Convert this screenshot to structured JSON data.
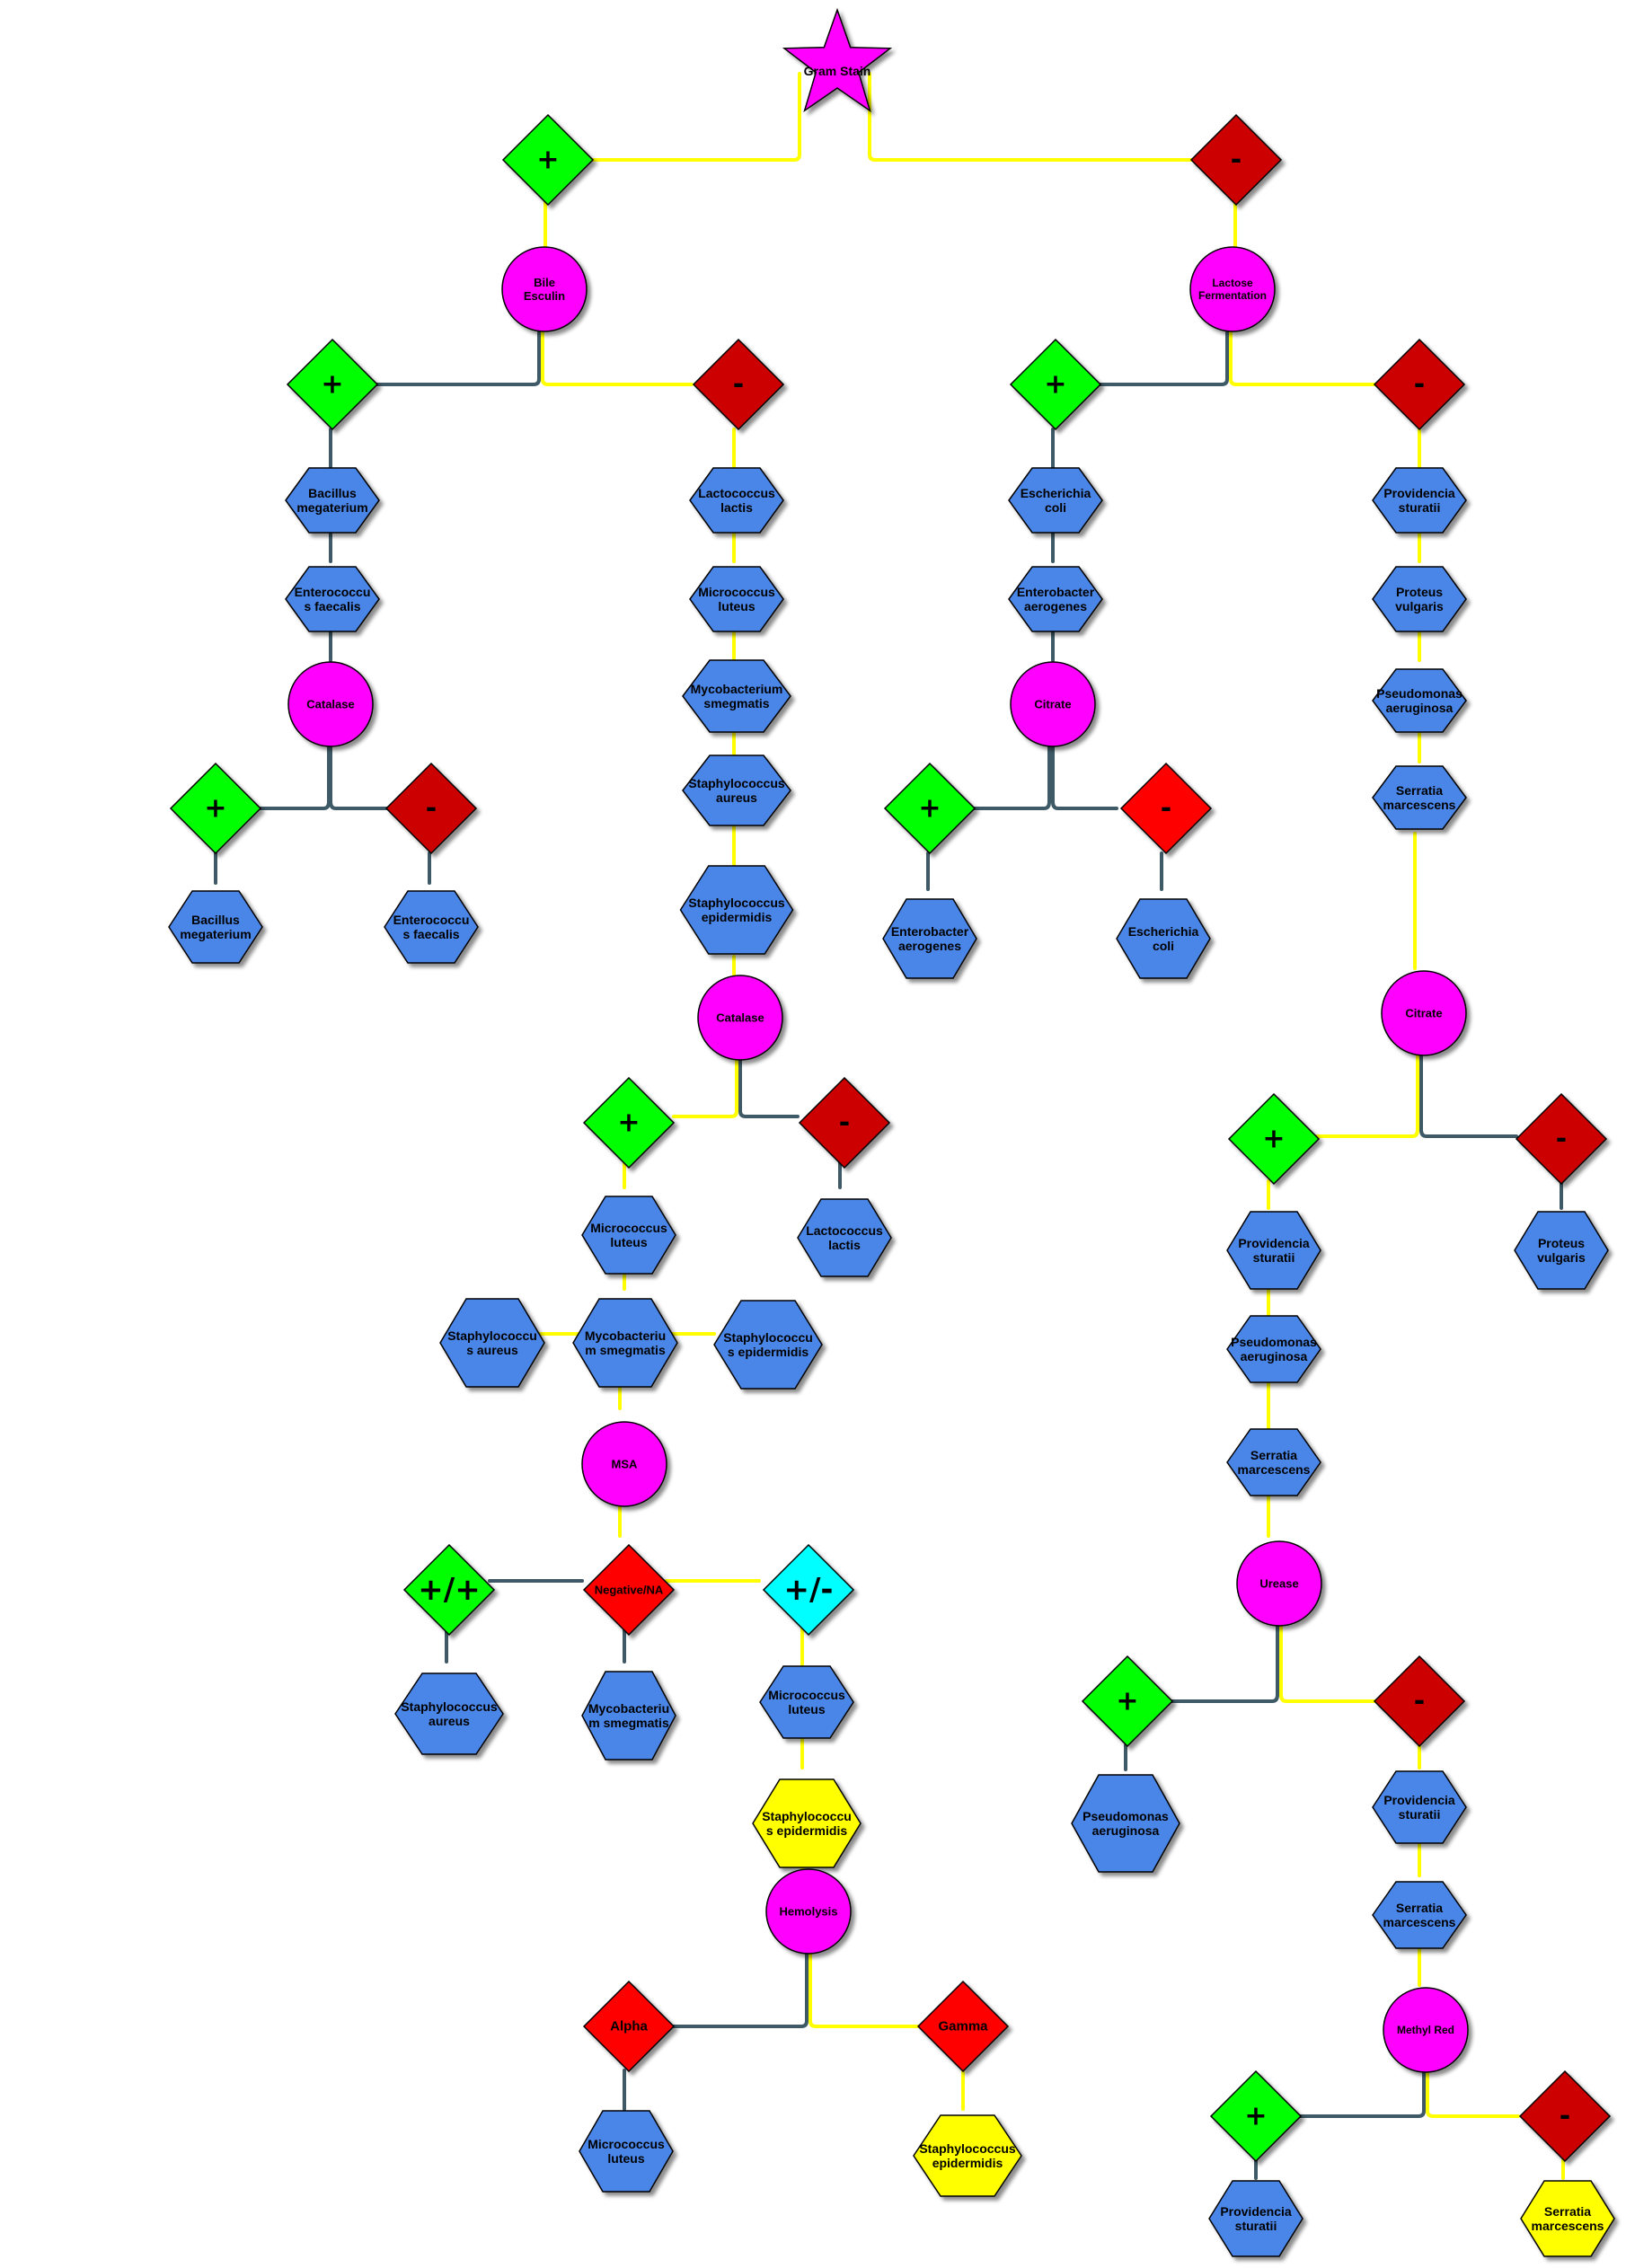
{
  "colors": {
    "test": "#ff00ff",
    "positive": "#00ff00",
    "negative": "#cc0000",
    "negative_bright": "#ff0000",
    "variable": "#00ffff",
    "organism": "#4a86e8",
    "organism_highlight": "#ffff00",
    "connector_yellow": "#ffff00",
    "connector_gray": "#3d5a66"
  },
  "start": {
    "label": "Gram Stain"
  },
  "labels": {
    "plus": "+",
    "minus": "-",
    "plus_plus": "+/+",
    "plus_minus": "+/-",
    "negative_na": "Negative/NA",
    "alpha": "Alpha",
    "gamma": "Gamma",
    "bile_esculin": [
      "Bile",
      "Esculin"
    ],
    "lactose_fermentation": [
      "Lactose",
      "Fermentation"
    ],
    "catalase": "Catalase",
    "citrate": "Citrate",
    "msa": "MSA",
    "urease": "Urease",
    "hemolysis": "Hemolysis",
    "methyl_red": "Methyl Red"
  },
  "organisms": {
    "bacillus_megaterium": [
      "Bacillus",
      "megaterium"
    ],
    "enterococcus_faecalis": [
      "Enterococcu",
      "s faecalis"
    ],
    "lactococcus_lactis": [
      "Lactococcus",
      "lactis"
    ],
    "micrococcus_luteus": [
      "Micrococcus",
      "luteus"
    ],
    "mycobacterium_smegmatis": [
      "Mycobacterium",
      "smegmatis"
    ],
    "mycobacterium_smegmatis_wrap": [
      "Mycobacteriu",
      "m smegmatis"
    ],
    "staphylococcus_aureus": [
      "Staphylococcus",
      "aureus"
    ],
    "staphylococcus_aureus_wrap": [
      "Staphylococcu",
      "s aureus"
    ],
    "staphylococcus_epidermidis": [
      "Staphylococcus",
      "epidermidis"
    ],
    "staphylococcus_epidermidis_wrap": [
      "Staphylococcu",
      "s epidermidis"
    ],
    "escherichia_coli": [
      "Escherichia",
      "coli"
    ],
    "enterobacter_aerogenes": [
      "Enterobacter",
      "aerogenes"
    ],
    "providencia_sturatii": [
      "Providencia",
      "sturatii"
    ],
    "proteus_vulgaris": [
      "Proteus",
      "vulgaris"
    ],
    "pseudomonas_aeruginosa": [
      "Pseudomonas",
      "aeruginosa"
    ],
    "serratia_marcescens": [
      "Serratia",
      "marcescens"
    ]
  }
}
